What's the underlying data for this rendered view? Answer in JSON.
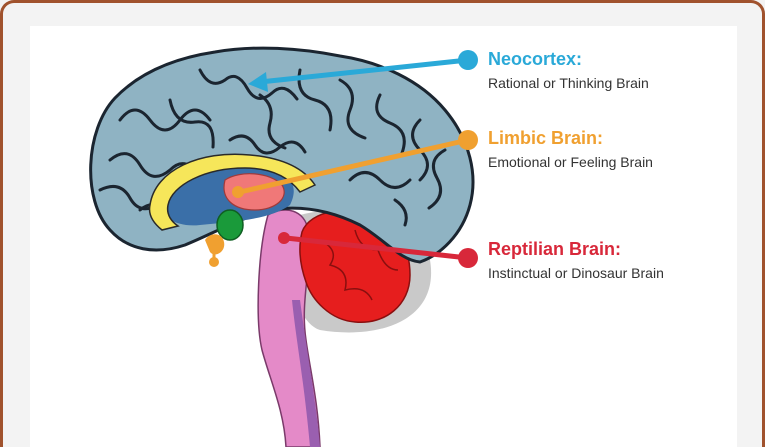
{
  "labels": {
    "neocortex": {
      "title": "Neocortex:",
      "desc": "Rational or Thinking Brain",
      "color": "#2aa9d8"
    },
    "limbic": {
      "title": "Limbic Brain:",
      "desc": "Emotional or Feeling Brain",
      "color": "#f0a030"
    },
    "reptilian": {
      "title": "Reptilian Brain:",
      "desc": "Instinctual or Dinosaur Brain",
      "color": "#d8283a"
    }
  },
  "colors": {
    "frame": "#a0522d",
    "cortex": "#8fb3c3",
    "cortex_outline": "#1b2530",
    "limbic_yellow": "#f6e65a",
    "cerebellum": "#e61e1e",
    "brainstem": "#e48ac8"
  }
}
